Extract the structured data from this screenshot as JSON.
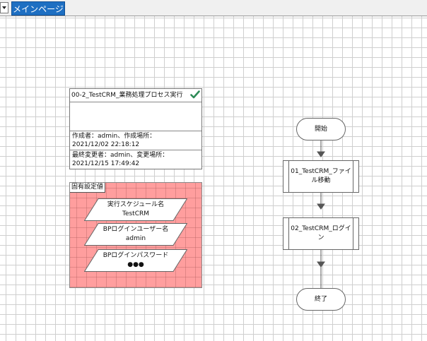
{
  "tabs": [
    {
      "label": "メインページ",
      "active": true
    }
  ],
  "colors": {
    "tab_active": "#1e6fc2",
    "constants_fill": "#ff9e9e",
    "check": "#2e8b57",
    "arrow": "#555555"
  },
  "info_panel": {
    "title": "00-2_TestCRM_業務処理プロセス実行",
    "status_icon": "check-icon",
    "description": "",
    "created_line1": "作成者：admin、作成場所：",
    "created_line2": "2021/12/02 22:18:12",
    "modified_line1": "最終変更者：admin、変更場所：",
    "modified_line2": "2021/12/15 17:49:42"
  },
  "constants": {
    "header": "固有設定値",
    "items": [
      {
        "name": "実行スケジュール名",
        "value": "TestCRM"
      },
      {
        "name": "BPログインユーザー名",
        "value": "admin"
      },
      {
        "name": "BPログインパスワード",
        "value": "●●●"
      }
    ]
  },
  "flow": {
    "start": "開始",
    "steps": [
      {
        "label": "01_TestCRM_ファイル移動"
      },
      {
        "label": "02_TestCRM_ログイン"
      }
    ],
    "end": "終了"
  }
}
